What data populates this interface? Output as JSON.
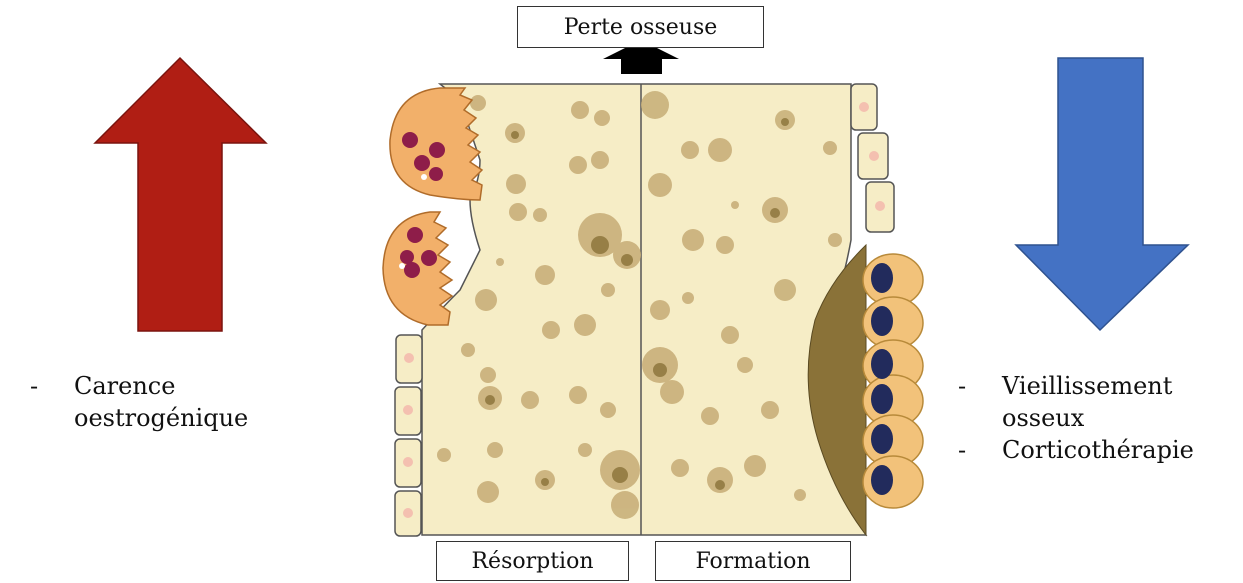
{
  "title": "Perte osseuse",
  "panels": {
    "left_label": "Résorption",
    "right_label": "Formation"
  },
  "left_side": {
    "arrow_direction": "up",
    "arrow_color": "#B01E14",
    "items": [
      {
        "bullet": "-",
        "line1": "Carence",
        "line2": "oestrogénique"
      }
    ]
  },
  "right_side": {
    "arrow_direction": "down",
    "arrow_color": "#4472C4",
    "items": [
      {
        "bullet": "-",
        "line1": "Vieillissement",
        "line2": "osseux"
      },
      {
        "bullet": "-",
        "line1": "Corticothérapie",
        "line2": ""
      }
    ]
  },
  "icons": {
    "center_arrow": "up-arrow-icon",
    "osteoclast": "osteoclast-icon",
    "osteoblast": "osteoblast-icon",
    "lining_cell": "lining-cell-icon"
  },
  "colors": {
    "bone_matrix": "#F6EDC6",
    "lacuna": "#C9B07A",
    "osteoid": "#8A7238",
    "osteoclast": "#F2B06A",
    "osteoblast_nucleus": "#222B5C"
  }
}
